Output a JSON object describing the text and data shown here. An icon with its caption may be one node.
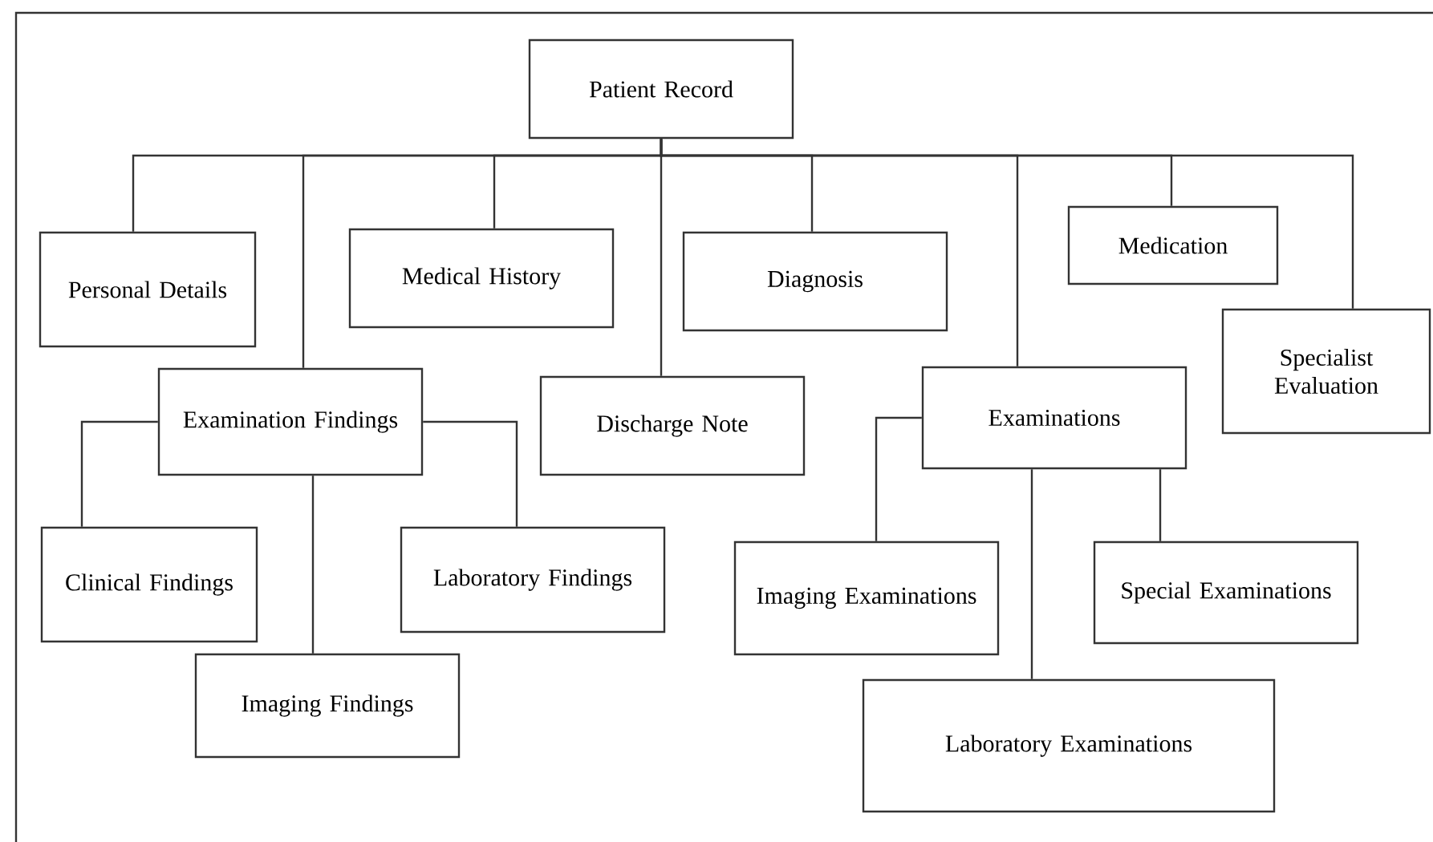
{
  "diagram": {
    "nodes": [
      {
        "text": [
          "Patient Record"
        ]
      },
      {
        "text": [
          "Personal Details"
        ]
      },
      {
        "text": [
          "Medical History"
        ]
      },
      {
        "text": [
          "Diagnosis"
        ]
      },
      {
        "text": [
          "Medication"
        ]
      },
      {
        "text": [
          "Specialist Evaluation"
        ]
      },
      {
        "text": [
          "Examination Findings"
        ]
      },
      {
        "text": [
          "Discharge Note"
        ]
      },
      {
        "text": [
          "Examinations"
        ]
      },
      {
        "text": [
          "Clinical Findings"
        ]
      },
      {
        "text": [
          "Laboratory Findings"
        ]
      },
      {
        "text": [
          "Imaging Findings"
        ]
      },
      {
        "text": [
          "Imaging Examinations"
        ]
      },
      {
        "text": [
          "Special Examinations"
        ]
      },
      {
        "text": [
          "Laboratory Examinations"
        ]
      }
    ],
    "edges": [
      {
        "from": 0,
        "to": 1,
        "arrow": "none"
      },
      {
        "from": 0,
        "to": 6,
        "arrow": "none"
      },
      {
        "from": 0,
        "to": 2,
        "arrow": "none"
      },
      {
        "from": 0,
        "to": 7,
        "arrow": "none"
      },
      {
        "from": 0,
        "to": 3,
        "arrow": "none"
      },
      {
        "from": 0,
        "to": 8,
        "arrow": "none"
      },
      {
        "from": 0,
        "to": 4,
        "arrow": "none"
      },
      {
        "from": 0,
        "to": 5,
        "arrow": "none"
      },
      {
        "from": 6,
        "to": 9,
        "arrow": "none"
      },
      {
        "from": 6,
        "to": 11,
        "arrow": "none"
      },
      {
        "from": 6,
        "to": 10,
        "arrow": "none"
      },
      {
        "from": 8,
        "to": 12,
        "arrow": "none"
      },
      {
        "from": 8,
        "to": 14,
        "arrow": "none"
      },
      {
        "from": 8,
        "to": 13,
        "arrow": "none"
      }
    ]
  }
}
